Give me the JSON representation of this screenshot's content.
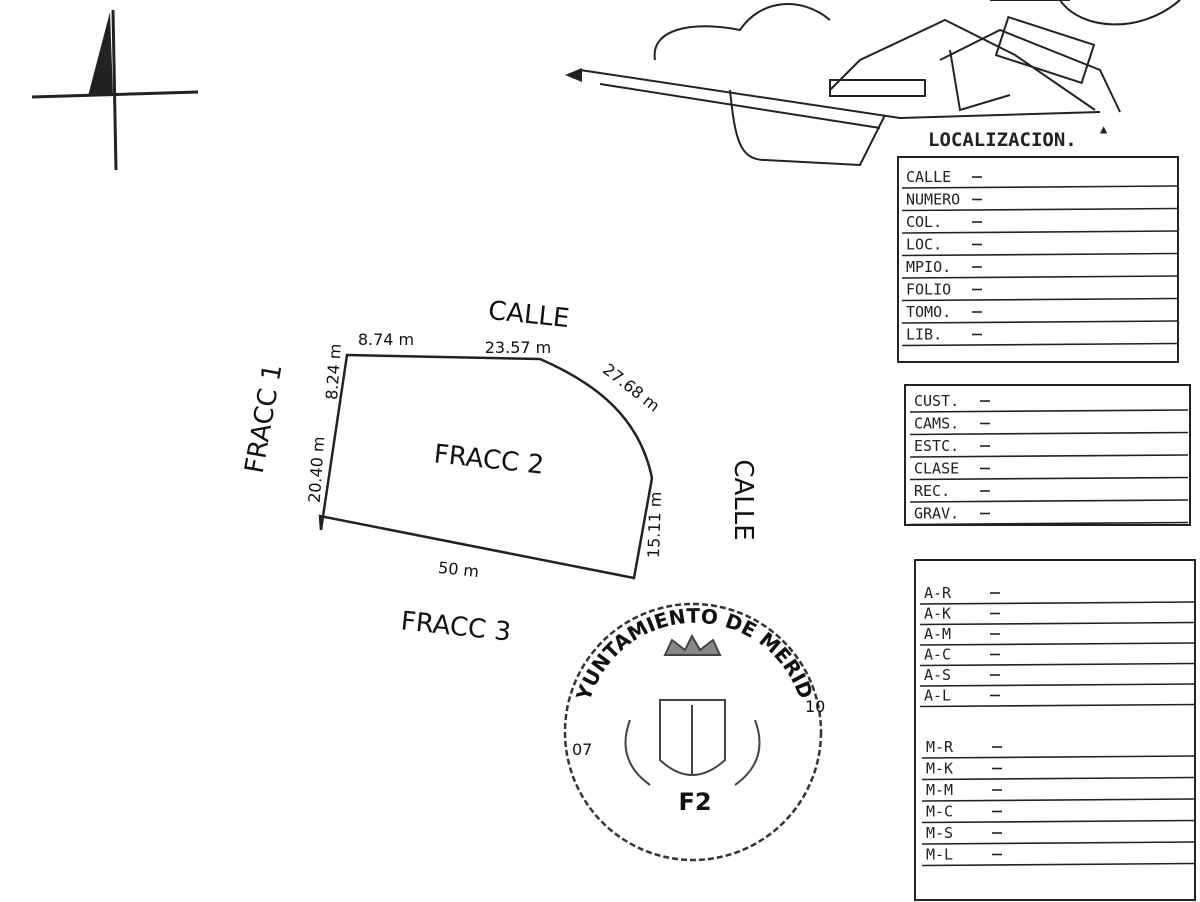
{
  "plot": {
    "street_top": "CALLE",
    "street_right": "CALLE",
    "lot_left": "FRACC 1",
    "lot_center": "FRACC 2",
    "lot_bottom": "FRACC 3",
    "dims": {
      "top_left": "8.74 m",
      "top": "23.57 m",
      "curve": "27.68 m",
      "right": "15.11 m",
      "bottom": "50 m",
      "left_lower": "20.40 m",
      "left_upper": "8.24 m"
    }
  },
  "location_table": {
    "title": "LOCALIZACION.",
    "rows1": [
      "CALLE",
      "NUMERO",
      "COL.",
      "LOC.",
      "MPIO.",
      "FOLIO",
      "TOMO.",
      "LIB."
    ],
    "rows2": [
      "CUST.",
      "CAMS.",
      "ESTC.",
      "CLASE",
      "REC.",
      "GRAV."
    ],
    "rows3": [
      "A-R",
      "A-K",
      "A-M",
      "A-C",
      "A-S",
      "A-L"
    ],
    "rows4": [
      "M-R",
      "M-K",
      "M-M",
      "M-C",
      "M-S",
      "M-L"
    ]
  },
  "seal": {
    "top_text": "AYUNTAMIENTO DE MERIDA",
    "left_num": "07",
    "right_num": "10",
    "code": "F2"
  },
  "colors": {
    "ink": "#222222",
    "paper": "#ffffff"
  },
  "icons": {
    "north": "north-arrow-icon",
    "coat": "coat-of-arms-icon"
  }
}
